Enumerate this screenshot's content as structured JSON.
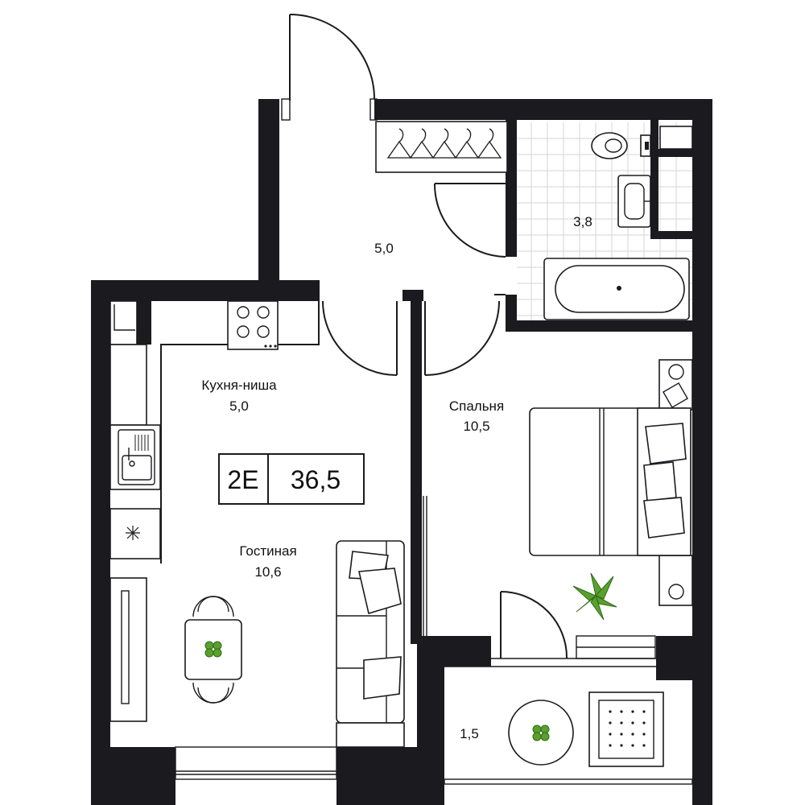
{
  "plan": {
    "rooms": [
      {
        "id": "hallway",
        "name": "",
        "area": "5,0"
      },
      {
        "id": "bathroom",
        "name": "",
        "area": "3,8"
      },
      {
        "id": "kitchen",
        "name": "Кухня-ниша",
        "area": "5,0"
      },
      {
        "id": "living",
        "name": "Гостиная",
        "area": "10,6"
      },
      {
        "id": "bedroom",
        "name": "Спальня",
        "area": "10,5"
      },
      {
        "id": "balcony",
        "name": "",
        "area": "1,5"
      }
    ],
    "badge": {
      "type": "2E",
      "total_area": "36,5"
    },
    "colors": {
      "wall": "#1b1b1f",
      "plant": "#5aa02c",
      "plant_dark": "#2f6b1a",
      "tile": "#d6d6d6"
    }
  }
}
